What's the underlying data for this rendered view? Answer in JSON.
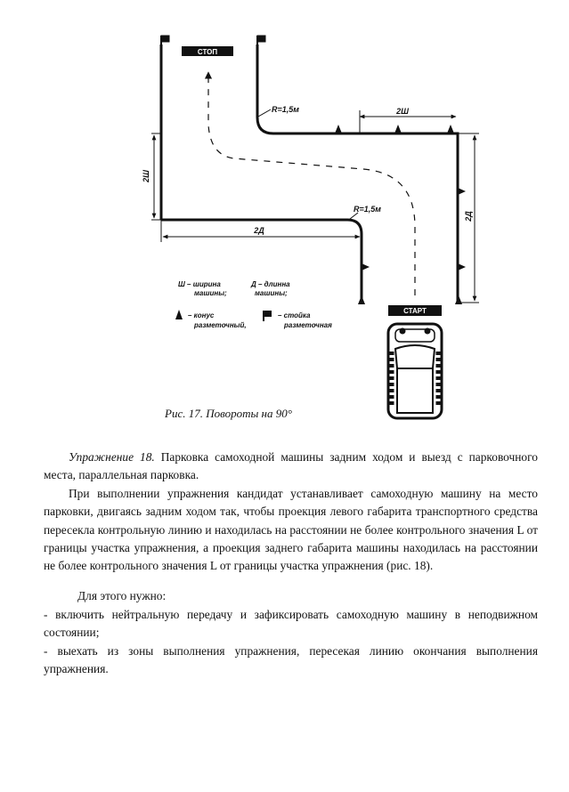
{
  "figure": {
    "stop_label": "СТОП",
    "start_label": "СТАРТ",
    "radius_label_top": "R=1,5м",
    "radius_label_bottom": "R=1,5м",
    "dim_width_top": "2Ш",
    "dim_width_left": "2Ш",
    "dim_length_bottom": "2Д",
    "dim_length_right": "2Д",
    "legend": {
      "w_line1": "Ш – ширина",
      "w_line2": "машины;",
      "d_line1": "Д – длинна",
      "d_line2": "машины;",
      "cone_line1": "– конус",
      "cone_line2": "разметочный,",
      "post_line1": "– стойка",
      "post_line2": "разметочная"
    },
    "caption": "Рис. 17. Повороты на 90°"
  },
  "text": {
    "exercise_title": "Упражнение 18.",
    "exercise_rest": " Парковка самоходной машины задним ходом и выезд с парковочного места, параллельная парковка.",
    "paragraph": "При выполнении упражнения кандидат устанавливает самоходную машину на место парковки, двигаясь задним ходом так, чтобы проекция левого габарита транспортного средства пересекла контрольную линию и находилась на расстоянии не более контрольного значения L от границы участка упражнения, а проекция заднего габарита машины находилась на расстоянии не более контрольного значения L от границы участка упражнения (рис. 18).",
    "need": "Для этого нужно:",
    "item1": "- включить нейтральную передачу и зафиксировать самоходную машину в неподвижном состоянии;",
    "item2": "- выехать из зоны выполнения упражнения, пересекая линию окончания выполнения упражнения."
  }
}
